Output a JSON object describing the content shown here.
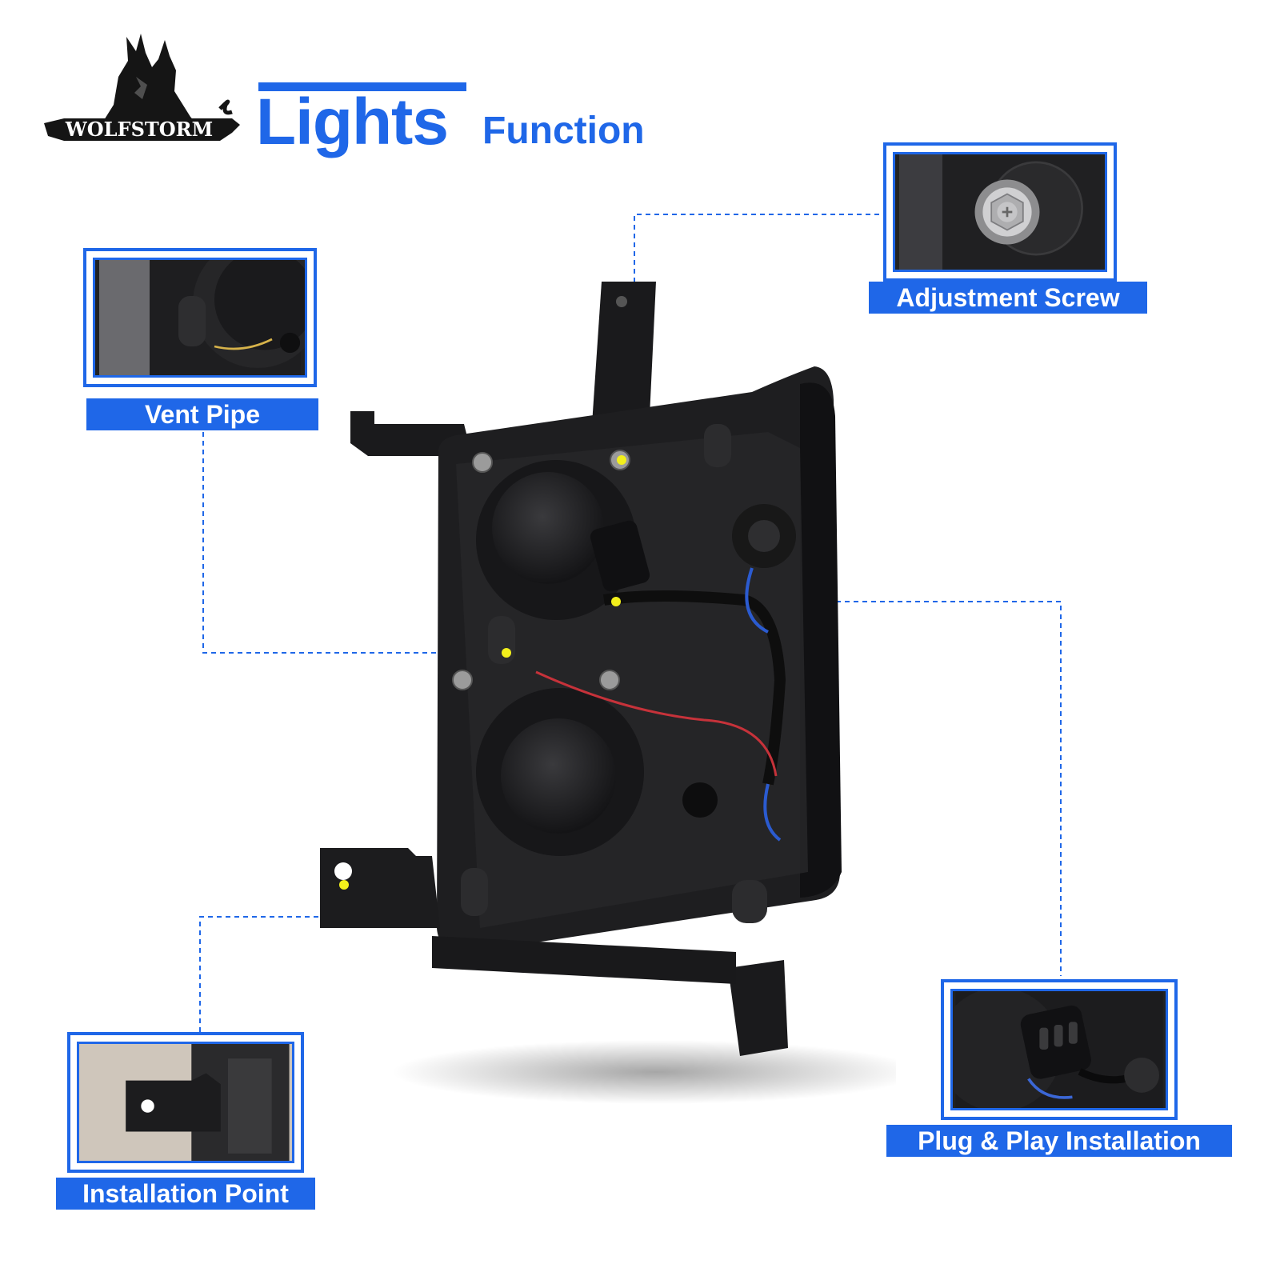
{
  "brand": {
    "name": "WOLFSTORM"
  },
  "header": {
    "title": "Lights",
    "subtitle": "Function"
  },
  "callouts": {
    "adjustment_screw": {
      "label": "Adjustment Screw"
    },
    "vent_pipe": {
      "label": "Vent Pipe"
    },
    "installation_point": {
      "label": "Installation Point"
    },
    "plug_play": {
      "label": "Plug & Play Installation"
    }
  },
  "colors": {
    "accent": "#1f67e8",
    "marker": "#f2ef1b",
    "housing": "#1b1b1d"
  }
}
